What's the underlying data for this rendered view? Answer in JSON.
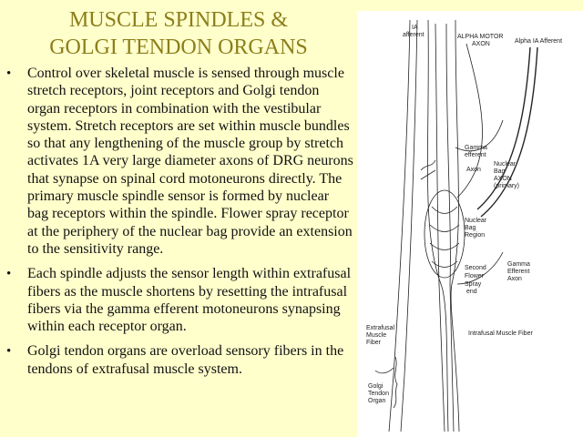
{
  "slide": {
    "title_line1": "MUSCLE SPINDLES &",
    "title_line2": "GOLGI TENDON ORGANS",
    "bullets": [
      "Control over skeletal muscle is sensed through muscle stretch receptors, joint receptors and Golgi tendon organ  receptors in combination with the vestibular system. Stretch receptors are set within muscle bundles so that any lengthening of the muscle group by stretch activates 1A very large diameter axons of DRG neurons that synapse on spinal cord motoneurons directly.  The primary  muscle spindle sensor is formed by nuclear bag receptors within the spindle.  Flower spray receptor at the periphery of the nuclear bag provide an extension to the sensitivity range.",
      "Each spindle adjusts the sensor length within extrafusal fibers as the muscle shortens by resetting the intrafusal fibers via the gamma efferent motoneurons synapsing within each receptor organ.",
      "Golgi tendon organs are overload sensory fibers in the tendons of extrafusal muscle system."
    ]
  },
  "figure": {
    "labels": {
      "ia_afferent": [
        "IA",
        "afferent"
      ],
      "alpha_motor_axon": [
        "ALPHA MOTOR",
        "AXON"
      ],
      "alpha_ia_afferent": "Alpha IA Afferent",
      "gamma_efferent_axon": [
        "Gamma",
        "efferent",
        "Axon"
      ],
      "nuclear_bag_axon": [
        "Nuclear",
        "Bag",
        "AXON",
        "(primary)"
      ],
      "nuclear_bag_region": [
        "Nuclear",
        "Bag",
        "Region"
      ],
      "second_flower_spray": [
        "Second",
        "Flower",
        "Spray",
        "end"
      ],
      "gamma_efferent_axon_lower": [
        "Gamma",
        "Efferent",
        "Axon"
      ],
      "intrafusal_muscle_fiber": "Intrafusal Muscle Fiber",
      "extrafusal_muscle_fiber": [
        "Extrafusal",
        "Muscle",
        "Fiber"
      ],
      "golgi_tendon_organ": [
        "Golgi",
        "Tendon",
        "Organ"
      ]
    }
  }
}
